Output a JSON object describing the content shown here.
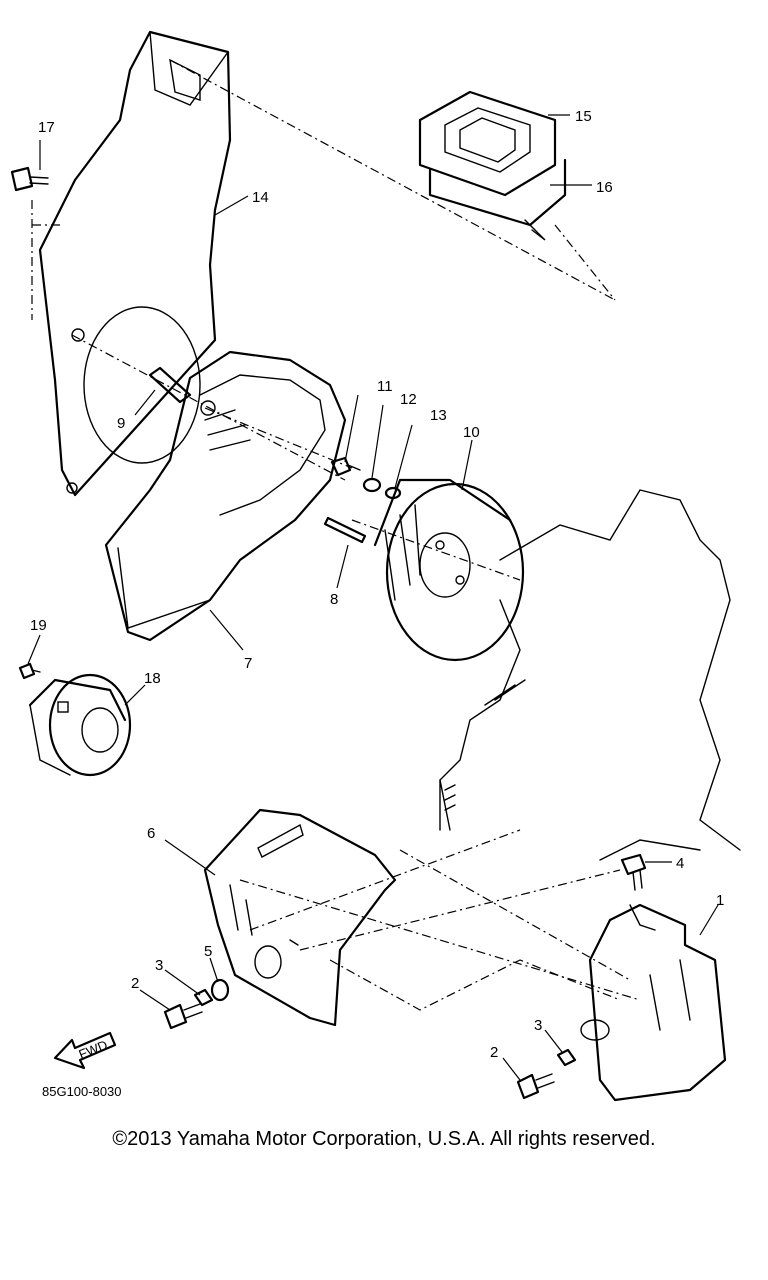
{
  "callouts": {
    "c1": "1",
    "c2a": "2",
    "c2b": "2",
    "c3a": "3",
    "c3b": "3",
    "c4": "4",
    "c5": "5",
    "c6": "6",
    "c7": "7",
    "c8": "8",
    "c9": "9",
    "c10": "10",
    "c11": "11",
    "c12": "12",
    "c13": "13",
    "c14": "14",
    "c15": "15",
    "c16": "16",
    "c17": "17",
    "c18": "18",
    "c19": "19"
  },
  "fwd_label": "FWD",
  "diagram_code": "85G100-8030",
  "copyright": "©2013 Yamaha Motor Corporation, U.S.A. All rights reserved."
}
